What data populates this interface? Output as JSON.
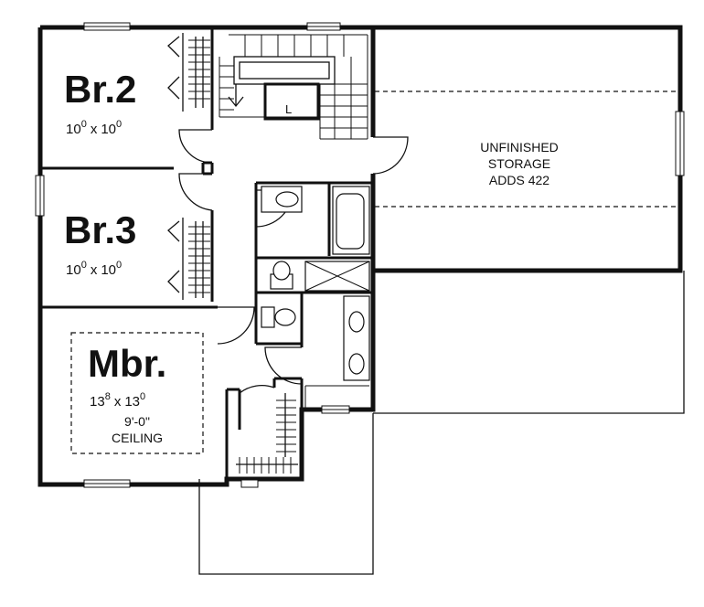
{
  "rooms": {
    "br2": {
      "name": "Br.2",
      "dim_w": "10",
      "dim_w_sup": "0",
      "dim_h": "10",
      "dim_h_sup": "0"
    },
    "br3": {
      "name": "Br.3",
      "dim_w": "10",
      "dim_w_sup": "0",
      "dim_h": "10",
      "dim_h_sup": "0"
    },
    "mbr": {
      "name": "Mbr.",
      "dim_w": "13",
      "dim_w_sup": "8",
      "dim_h": "13",
      "dim_h_sup": "0",
      "ceiling_height": "9'-0\"",
      "ceiling_label": "CEILING"
    }
  },
  "storage": {
    "line1": "UNFINISHED",
    "line2": "STORAGE",
    "line3": "ADDS 422"
  },
  "stair": {
    "landing_label": "L"
  }
}
